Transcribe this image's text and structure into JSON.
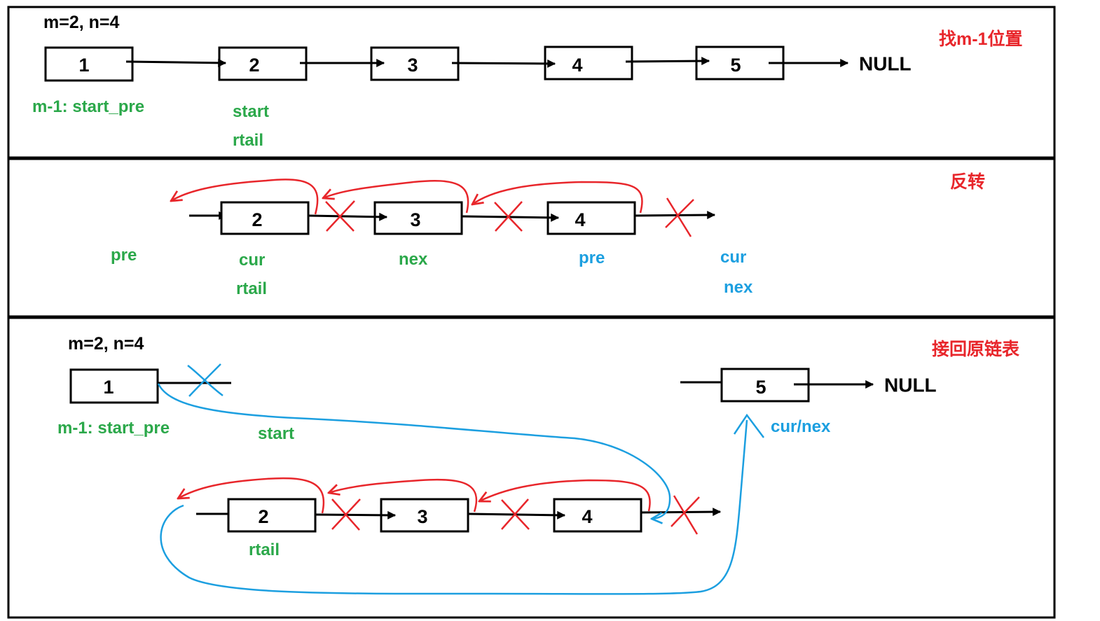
{
  "colors": {
    "title": "#e8262b",
    "red_pointer": "#e8262b",
    "green_label": "#2ba84a",
    "blue_label": "#1c9fe0",
    "line": "#000000"
  },
  "step1": {
    "params": "m=2, n=4",
    "title": "找m-1位置",
    "nodes": [
      "1",
      "2",
      "3",
      "4",
      "5"
    ],
    "terminal": "NULL",
    "label_start_pre": "m-1: start_pre",
    "label_start": "start",
    "label_rtail": "rtail"
  },
  "step2": {
    "title": "反转",
    "nodes": [
      "2",
      "3",
      "4"
    ],
    "labels_before": {
      "pre": "pre",
      "cur": "cur",
      "rtail": "rtail",
      "nex": "nex"
    },
    "labels_after": {
      "pre": "pre",
      "cur": "cur",
      "nex": "nex"
    }
  },
  "step3": {
    "params": "m=2, n=4",
    "title": "接回原链表",
    "head_node": "1",
    "tail_node": "5",
    "terminal": "NULL",
    "reversed_nodes": [
      "2",
      "3",
      "4"
    ],
    "label_start_pre": "m-1: start_pre",
    "label_start": "start",
    "label_cur_nex": "cur/nex",
    "label_rtail": "rtail"
  }
}
